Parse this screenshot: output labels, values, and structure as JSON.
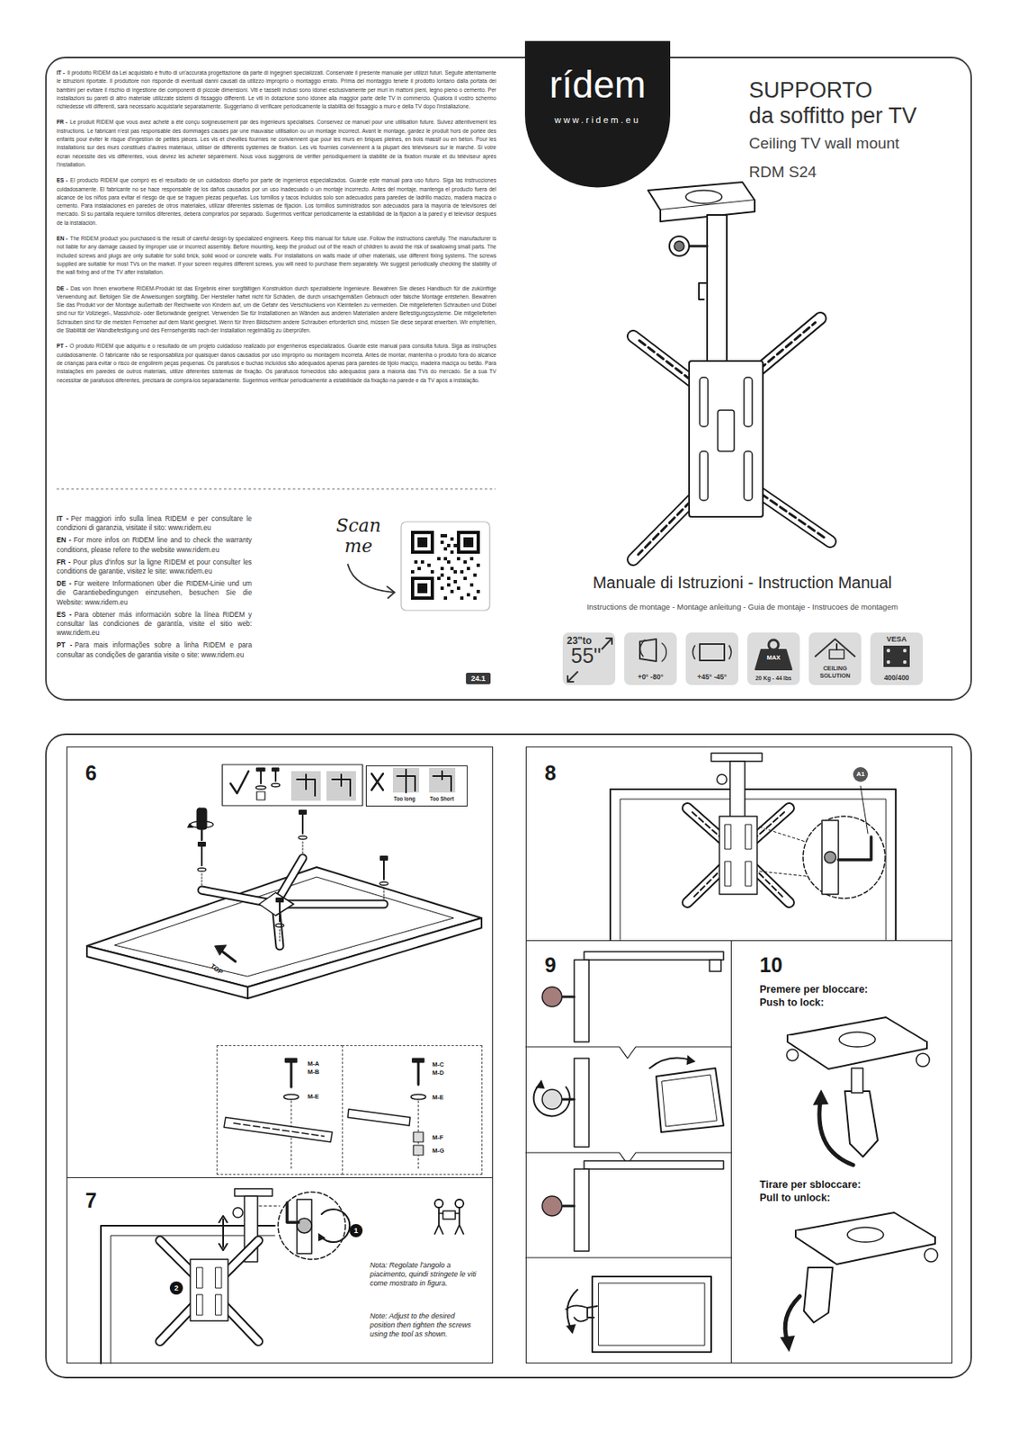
{
  "diagram": {
    "nodes": [
      {
        "text": [
          "24.1"
        ]
      },
      {
        "text": [
          "23\"to",
          "55\""
        ]
      },
      {
        "text": [
          "+0° -80°"
        ]
      },
      {
        "text": [
          "+45° -45°"
        ]
      },
      {
        "text": [
          "MAX",
          "20 Kg - 44 lbs"
        ]
      },
      {
        "text": [
          "CEILING SOLUTION"
        ]
      },
      {
        "text": [
          "VESA",
          "400/400"
        ]
      },
      {
        "text": [
          "6",
          "TOP"
        ]
      },
      {
        "text": [
          "Too long",
          "Too Short"
        ],
        "in": 7
      },
      {
        "text": [
          "M-A",
          "M-B",
          "M-E"
        ],
        "in": 7
      },
      {
        "text": [
          "M-C",
          "M-D",
          "M-E",
          "M-F",
          "M-G"
        ],
        "in": 7
      },
      {
        "text": [
          "7",
          "1",
          "2",
          "Nota: Regolate l'angolo a piacimento, quindi stringete le viti come mostrato in figura.",
          "Note: Adjust to the desired position then tighten the screws using the tool as shown."
        ]
      },
      {
        "text": [
          "8",
          "A1"
        ]
      },
      {
        "text": [
          "9"
        ]
      },
      {
        "text": [
          "10",
          "Premere per bloccare:",
          "Push to lock:",
          "Tirare per sbloccare:",
          "Pull to unlock:"
        ]
      }
    ],
    "labels": [
      "IT -",
      "Il prodotto RIDEM da Lei acquistato è frutto di un'accurata progettazione da parte di ingegneri specializzati. Conservate il presente manuale per utilizzi futuri. Seguite attentamente le istruzioni riportate. Il produttore non risponde di eventuali danni causati da utilizzo improprio o montaggio errato. Prima del montaggio tenete il prodotto lontano dalla portata dei bambini per evitare il rischio di ingestione dei componenti di piccole dimensioni. Viti e tasselli inclusi sono idonei esclusivamente per muri in mattoni pieni, legno pieno o cemento. Per installazioni su pareti di altro materiale utilizzate sistemi di fissaggio differenti. Le viti in dotazione sono idonee alla maggior parte delle TV in commercio. Qualora il vostro schermo richiedesse viti differenti, sarà necessario acquistarle separatamente. Suggeriamo di verificare periodicamente la stabilità del fissaggio a muro e della TV dopo l'installazione.",
      "FR -",
      "Le produit RIDEM que vous avez acheté a été conçu soigneusement par des ingénieurs spécialisés. Conservez ce manuel pour une utilisation future. Suivez attentivement les instructions. Le fabricant n'est pas responsable des dommages causés par une mauvaise utilisation ou un montage incorrect. Avant le montage, gardez le produit hors de portée des enfants pour éviter le risque d'ingestion de petites pièces. Les vis et chevilles fournies ne conviennent que pour les murs en briques pleines, en bois massif ou en béton. Pour les installations sur des murs constitués d'autres matériaux, utiliser de différents systèmes de fixation. Les vis fournies conviennent à la plupart des téléviseurs sur le marché. Si votre écran nécessite des vis différentes, vous devrez les acheter séparément. Nous vous suggérons de vérifier périodiquement la stabilité de la fixation murale et du téléviseur après l'installation.",
      "ES -",
      "El producto RIDEM que compró es el resultado de un cuidadoso diseño por parte de ingenieros especializados. Guarde este manual para uso futuro. Siga las instrucciones cuidadosamente. El fabricante no se hace responsable de los daños causados por un uso inadecuado o un montaje incorrecto. Antes del montaje, mantenga el producto fuera del alcance de los niños para evitar el riesgo de que se traguen piezas pequeñas. Los tornillos y tacos incluidos solo son adecuados para paredes de ladrillo macizo, madera maciza o cemento. Para instalaciones en paredes de otros materiales, utilizar diferentes sistemas de fijación. Los tornillos suministrados son adecuados para la mayoría de televisores del mercado. Si su pantalla requiere tornillos diferentes, deberá comprarlos por separado. Sugerimos verificar periódicamente la estabilidad de la fijación a la pared y el televisor después de la instalación.",
      "EN -",
      "The RIDEM product you purchased is the result of careful design by specialized engineers. Keep this manual for future use. Follow the instructions carefully. The manufacturer is not liable for any damage caused by improper use or incorrect assembly. Before mounting, keep the product out of the reach of children to avoid the risk of swallowing small parts. The included screws and plugs are only suitable for solid brick, solid wood or concrete walls. For installations on walls made of other materials, use different fixing systems. The screws supplied are suitable for most TVs on the market. If your screen requires different screws, you will need to purchase them separately. We suggest periodically checking the stability of the wall fixing and of the TV after installation.",
      "DE -",
      "Das von Ihnen erworbene RIDEM-Produkt ist das Ergebnis einer sorgfältigen Konstruktion durch spezialisierte Ingenieure. Bewahren Sie dieses Handbuch für die zukünftige Verwendung auf. Befolgen Sie die Anweisungen sorgfältig. Der Hersteller haftet nicht für Schäden, die durch unsachgemäßen Gebrauch oder falsche Montage entstehen. Bewahren Sie das Produkt vor der Montage außerhalb der Reichweite von Kindern auf, um die Gefahr des Verschluckens von Kleinteilen zu vermeiden. Die mitgelieferten Schrauben und Dübel sind nur für Vollziegel-, Massivholz- oder Betonwände geeignet. Verwenden Sie für Installationen an Wänden aus anderen Materialien andere Befestigungssysteme. Die mitgelieferten Schrauben sind für die meisten Fernseher auf dem Markt geeignet. Wenn für Ihren Bildschirm andere Schrauben erforderlich sind, müssen Sie diese separat erwerben. Wir empfehlen, die Stabilität der Wandbefestigung und des Fernsehgeräts nach der Installation regelmäßig zu überprüfen.",
      "PT -",
      "O produto RIDEM que adquiriu é o resultado de um projeto cuidadoso realizado por engenheiros especializados. Guarde este manual para consulta futura. Siga as instruções cuidadosamente. O fabricante não se responsabiliza por quaisquer danos causados por uso impróprio ou montagem incorreta. Antes de montar, mantenha o produto fora do alcance de crianças para evitar o risco de engolirem peças pequenas. Os parafusos e buchas incluídos são adequados apenas para paredes de tijolo maciço, madeira maciça ou betão. Para instalações em paredes de outros materiais, utilize diferentes sistemas de fixação. Os parafusos fornecidos são adequados para a maioria das TVs do mercado. Se a sua TV necessitar de parafusos diferentes, precisará de comprá-los separadamente. Sugerimos verificar periodicamente a estabilidade da fixação na parede e da TV após a instalação.",
      "IT -",
      "Per maggiori info sulla linea RIDEM e per consultare le condizioni di garanzia, visitate il sito: www.ridem.eu",
      "EN -",
      "For more infos on RIDEM line and to check the warranty conditions, please refere to the website www.ridem.eu",
      "FR -",
      "Pour plus d'infos sur la ligne RIDEM et pour consulter les conditions de garantie, visitez le site: www.ridem.eu",
      "DE -",
      "Für weitere Informationen über die RIDEM-Linie und um die Garantiebedingungen einzusehen, besuchen Sie die Website: www.ridem.eu",
      "ES -",
      "Para obtener más información sobre la línea RIDEM y consultar las condiciones de garantía, visite el sitio web: www.ridem.eu",
      "PT -",
      "Para mais informações sobre a linha RIDEM e para consultar as condições de garantia visite o site: www.ridem.eu",
      "Scan me",
      "rídem",
      "www.ridem.eu",
      "SUPPORTO",
      "da soffitto per TV",
      "Ceiling TV wall mount",
      "RDM S24",
      "Manuale di Istruzioni - Instruction Manual",
      "Instructions de montage - Montage anleitung - Guia de montaje - Instrucoes de montagem"
    ]
  }
}
